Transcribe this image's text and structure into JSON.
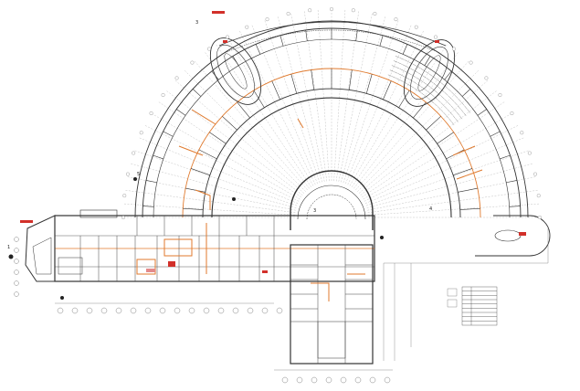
{
  "drawing": {
    "hall_label": "3",
    "side_marker_left": "1",
    "side_marker_right": "4",
    "marker_top": "3",
    "marker_mid": "5",
    "red_tag_left": "",
    "red_tag_top": ""
  },
  "colors": {
    "wall": "#333333",
    "grid": "#9a9a9a",
    "accent": "#e07a2e",
    "red": "#d2302a",
    "background": "#ffffff"
  },
  "legend": {
    "rows": 9
  }
}
